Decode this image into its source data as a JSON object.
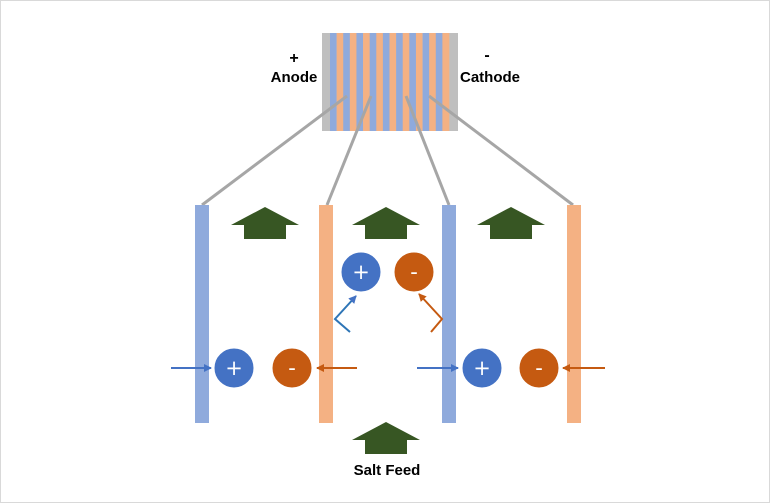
{
  "stack": {
    "anode_sign": "+",
    "anode_label": "Anode",
    "cathode_sign": "-",
    "cathode_label": "Cathode"
  },
  "ions": {
    "cation_symbol": "+",
    "anion_symbol": "-"
  },
  "feed": {
    "label": "Salt Feed"
  },
  "colors": {
    "anion_exchange_membrane": "#8faadc",
    "cation_exchange_membrane": "#f4b183",
    "cation": "#4472c4",
    "anion": "#c55a11",
    "flow_arrow": "#375623",
    "connector": "#a6a6a6",
    "electrode": "#bfbfbf"
  },
  "icons": {
    "cation": "plus-circle-icon",
    "anion": "minus-circle-icon",
    "flow": "up-arrow-icon"
  }
}
